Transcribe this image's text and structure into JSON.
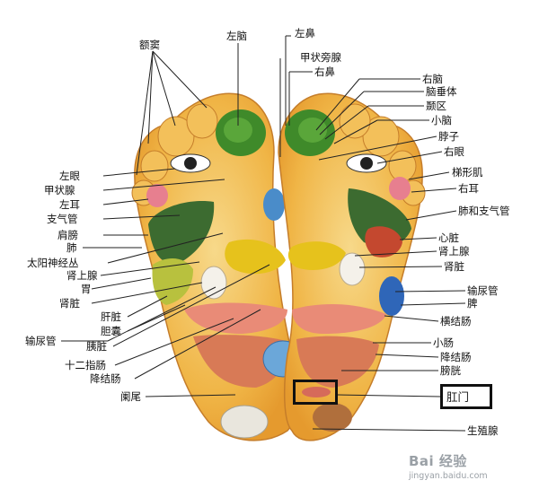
{
  "labels": {
    "forehead_sinus": "额窦",
    "left_brain": "左脑",
    "left_nose": "左鼻",
    "parathyroid": "甲状旁腺",
    "right_nose": "右鼻",
    "right_brain": "右脑",
    "pituitary": "脑垂体",
    "temporal": "颞区",
    "cerebellum": "小脑",
    "neck": "脖子",
    "right_eye": "右眼",
    "trapezius": "梯形肌",
    "right_ear": "右耳",
    "lung_bronchus": "肺和支气管",
    "left_eye": "左眼",
    "thyroid": "甲状腺",
    "left_ear": "左耳",
    "bronchus": "支气管",
    "shoulder": "肩膀",
    "lung": "肺",
    "solar_plexus": "太阳神经丛",
    "adrenal_left": "肾上腺",
    "stomach": "胃",
    "kidney_left": "肾脏",
    "liver": "肝脏",
    "gallbladder": "胆囊",
    "ureter_left": "输尿管",
    "pancreas": "胰脏",
    "duodenum": "十二指肠",
    "descending_colon_left": "降结肠",
    "appendix": "阑尾",
    "heart": "心脏",
    "adrenal_right": "肾上腺",
    "kidney_right": "肾脏",
    "ureter_right": "输尿管",
    "spleen": "脾",
    "transverse_colon": "横结肠",
    "small_intestine": "小肠",
    "descending_colon_right": "降结肠",
    "bladder": "膀胱",
    "anus": "肛门",
    "genitals": "生殖腺"
  },
  "watermark": {
    "brand": "Bai 经验",
    "url": "jingyan.baidu.com"
  },
  "colors": {
    "foot_fill": "#f2b84a",
    "highlight_box": "#111111",
    "leader_line": "#222222"
  }
}
